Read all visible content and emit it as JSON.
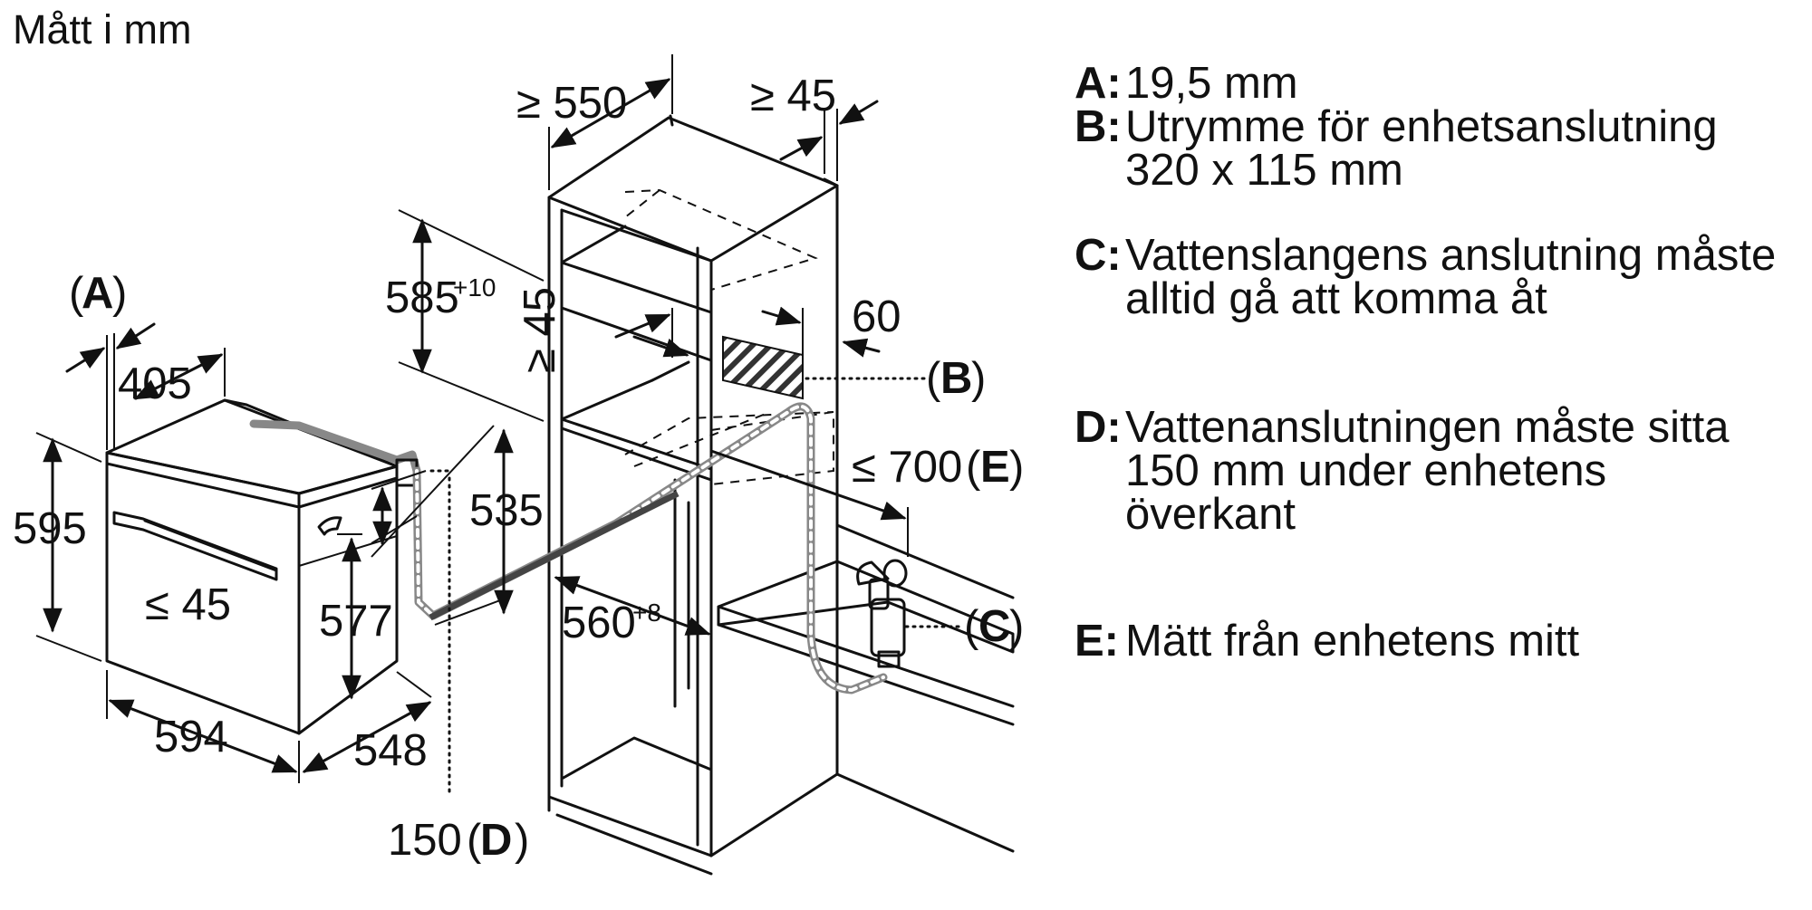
{
  "title": "Mått i mm",
  "dimensions": {
    "a_label": "A",
    "d405": "405",
    "d595": "595",
    "d594": "594",
    "d548": "548",
    "d577": "577",
    "d535": "535",
    "le45": "≤ 45",
    "ge550": "≥ 550",
    "ge45_top": "≥ 45",
    "ge45_mid": "≥ 45",
    "d585": "585",
    "d585_tol": "+10",
    "d60": "60",
    "le700": "≤ 700",
    "e_label": "E",
    "d560": "560",
    "d560_tol": "+8",
    "d150": "150",
    "d_label": "D",
    "b_label": "B",
    "c_label": "C"
  },
  "legend": [
    {
      "key": "A:",
      "lines": [
        "19,5 mm"
      ]
    },
    {
      "key": "B:",
      "lines": [
        "Utrymme för enhetsanslutning",
        "320 x 115 mm"
      ]
    },
    {
      "key": "C:",
      "lines": [
        "Vattenslangens anslutning måste",
        "alltid gå att komma åt"
      ]
    },
    {
      "key": "D:",
      "lines": [
        "Vattenanslutningen måste sitta",
        "150 mm under enhetens",
        "överkant"
      ]
    },
    {
      "key": "E:",
      "lines": [
        "Mätt från enhetens mitt"
      ]
    }
  ]
}
